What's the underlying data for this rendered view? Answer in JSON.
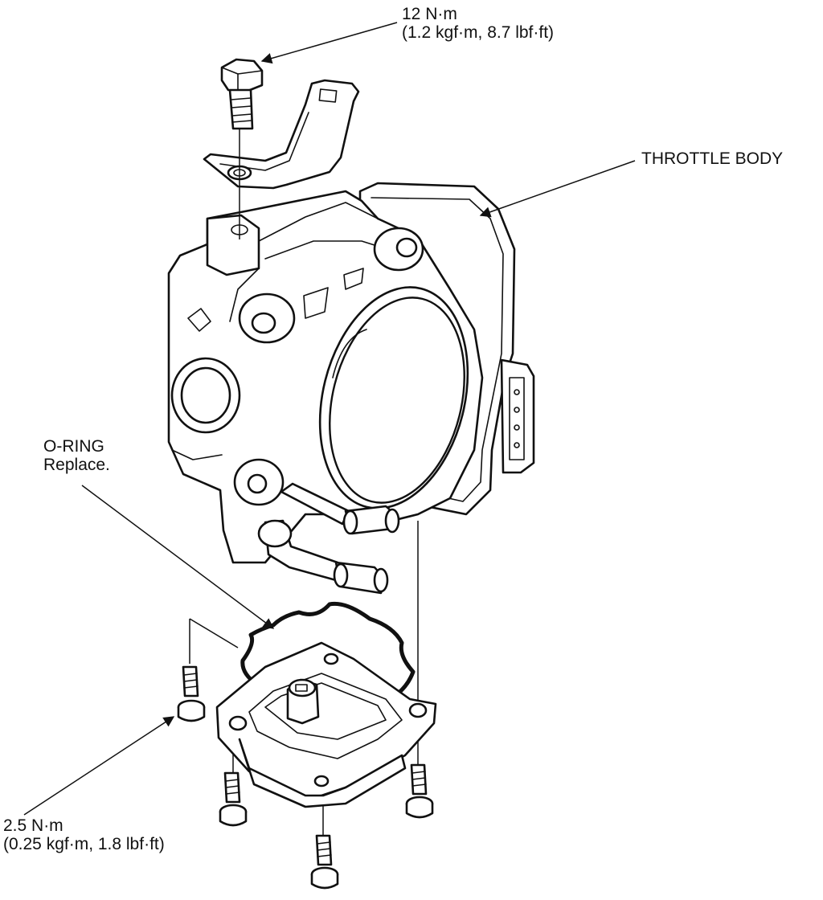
{
  "labels": {
    "top_torque": {
      "line1": "12 N·m",
      "line2": "(1.2 kgf·m, 8.7 lbf·ft)"
    },
    "throttle_body": "THROTTLE BODY",
    "o_ring": {
      "line1": "O-RING",
      "line2": "Replace."
    },
    "bottom_torque": {
      "line1": "2.5 N·m",
      "line2": "(0.25 kgf·m, 1.8 lbf·ft)"
    }
  },
  "colors": {
    "line": "#111111",
    "background": "#ffffff"
  }
}
